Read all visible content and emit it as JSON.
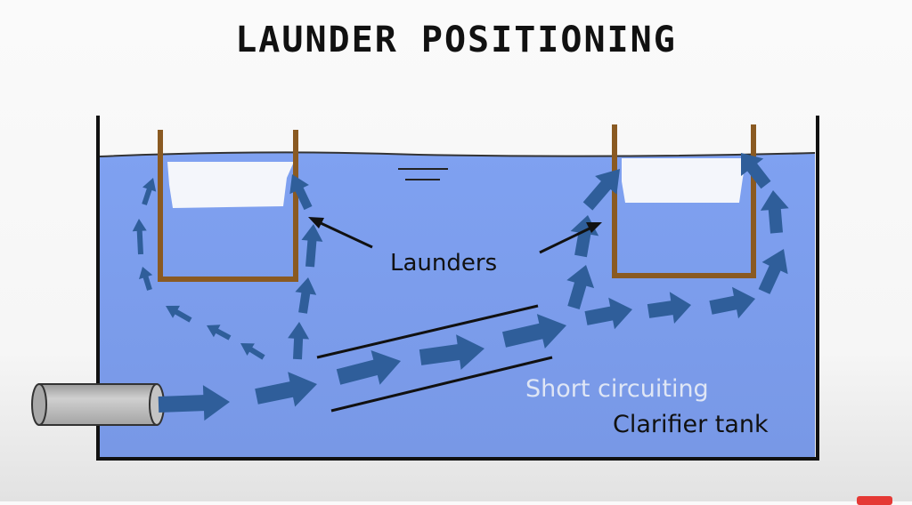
{
  "title": "LAUNDER POSITIONING",
  "labels": {
    "launders": "Launders",
    "short_circuiting": "Short circuiting",
    "clarifier_tank": "Clarifier tank"
  },
  "colors": {
    "water": "#7d9ff0",
    "flow_arrow": "#2f5e9a",
    "launder_wall": "#8a5a22",
    "tank_wall": "#111111",
    "pipe": "#b9b9b9"
  }
}
